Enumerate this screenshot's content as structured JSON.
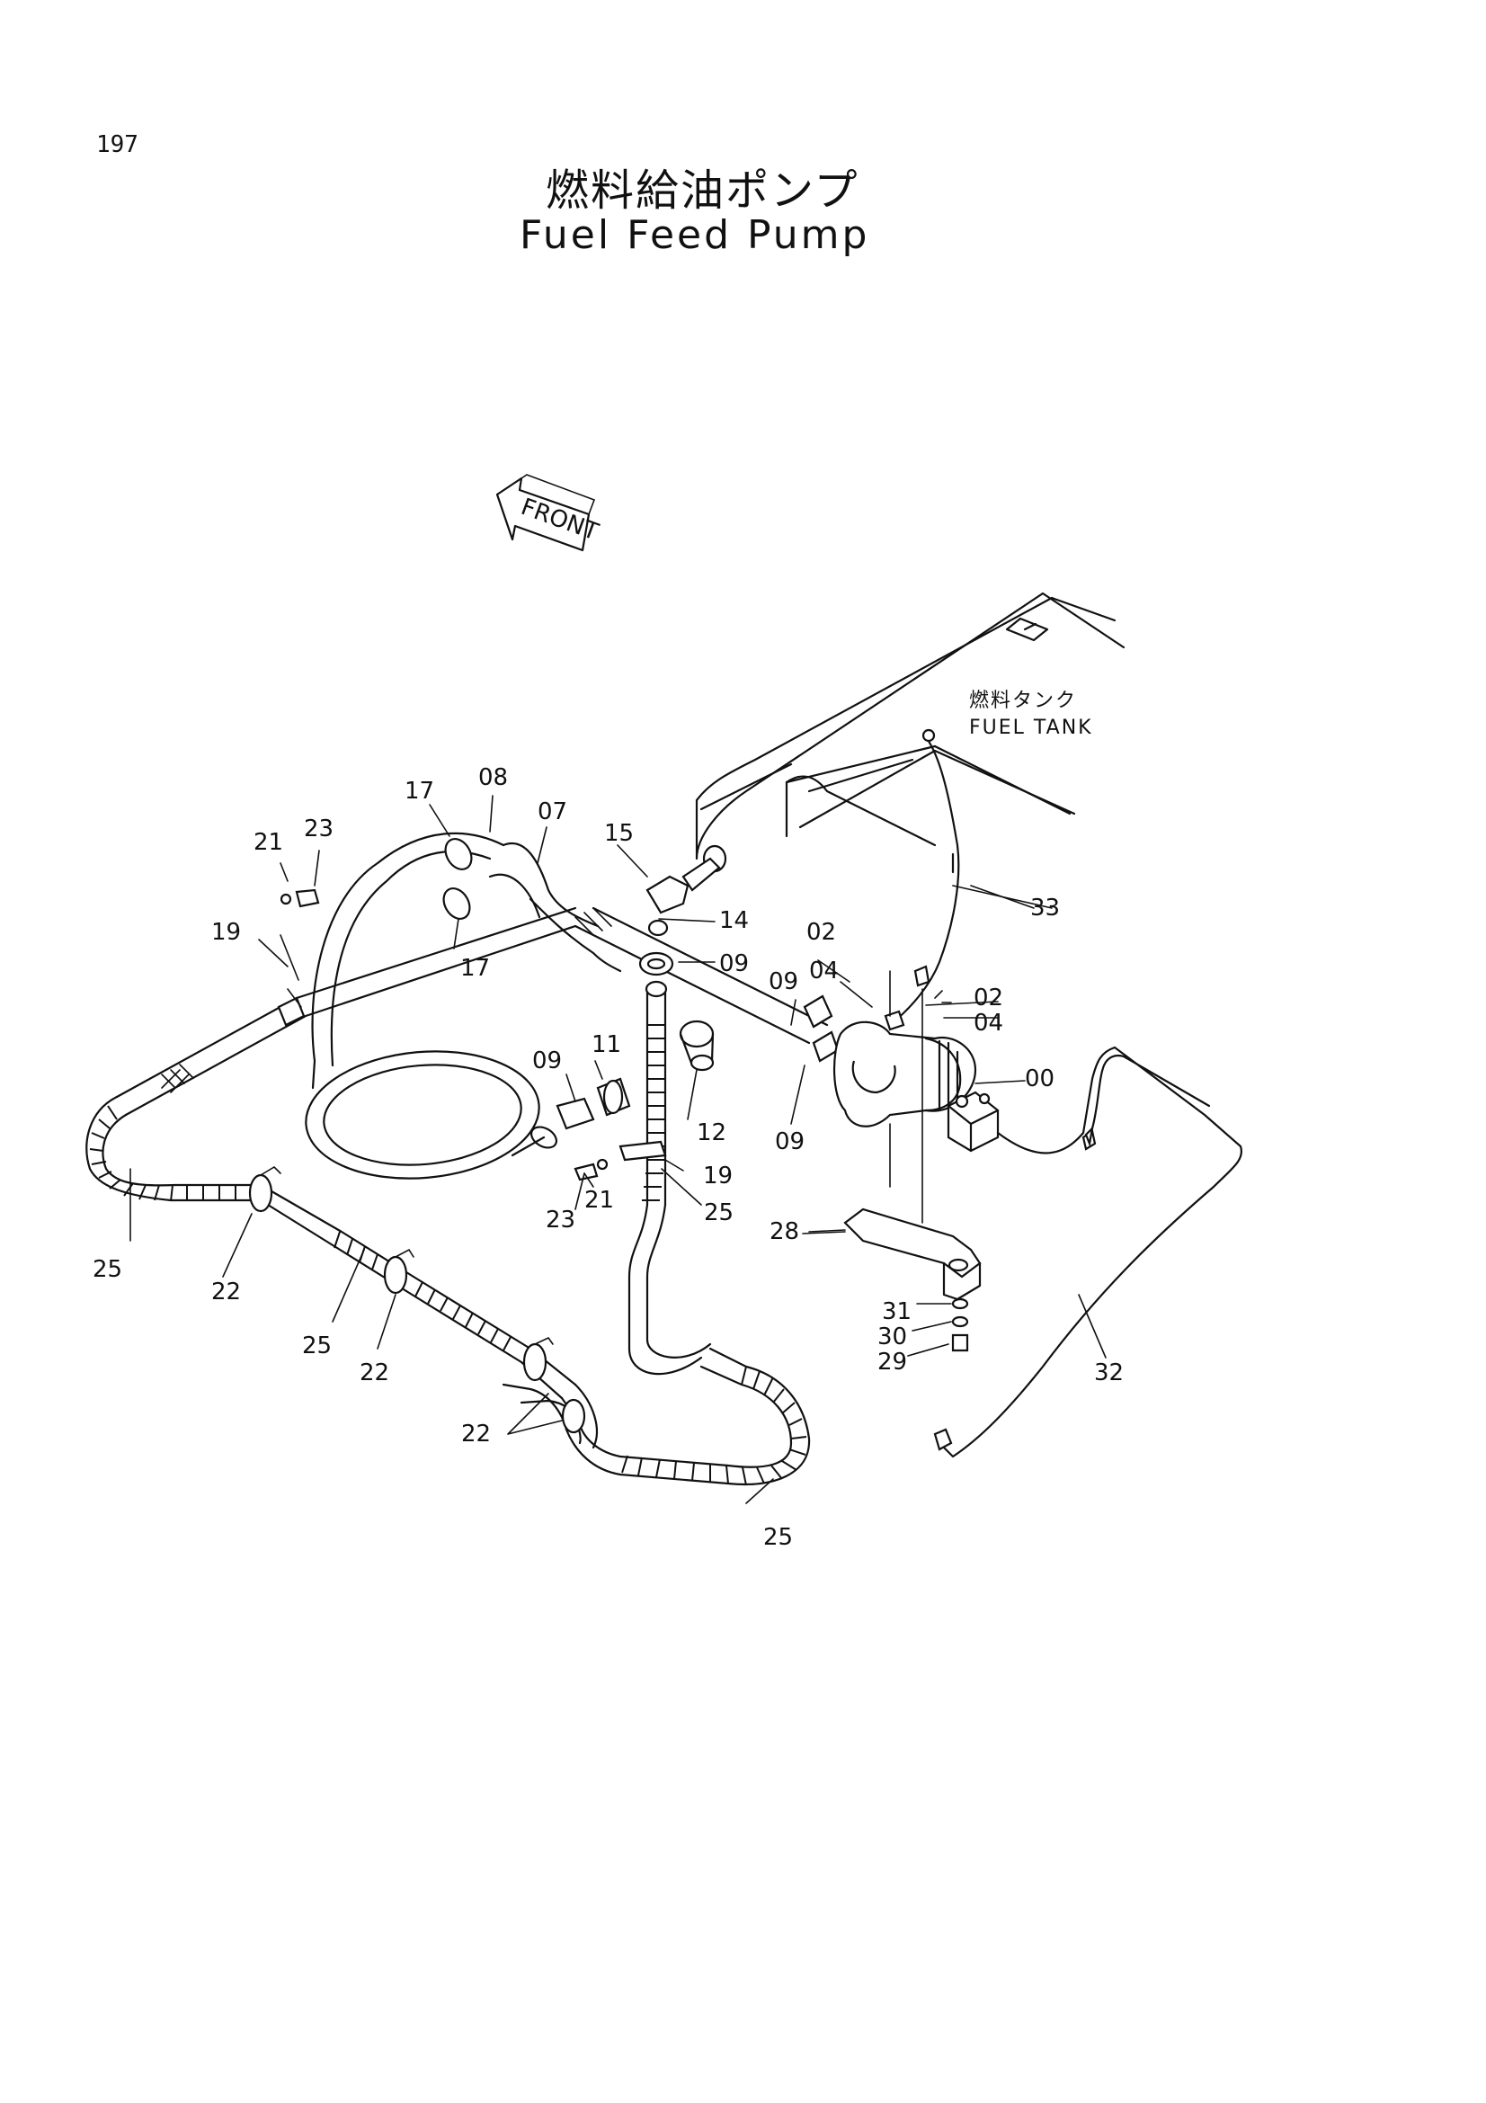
{
  "page": {
    "number": "197",
    "title_ja": "燃料給油ポンプ",
    "title_en": "Fuel Feed Pump"
  },
  "front_arrow": {
    "label": "FRONT"
  },
  "fuel_tank": {
    "label_ja": "燃料タンク",
    "label_en": "FUEL TANK"
  },
  "callouts": {
    "c00": "00",
    "c02a": "02",
    "c02b": "02",
    "c04a": "04",
    "c04b": "04",
    "c07": "07",
    "c08": "08",
    "c09a": "09",
    "c09b": "09",
    "c09c": "09",
    "c09d": "09",
    "c11": "11",
    "c12": "12",
    "c14": "14",
    "c15": "15",
    "c17a": "17",
    "c17b": "17",
    "c19a": "19",
    "c19b": "19",
    "c21a": "21",
    "c21b": "21",
    "c22a": "22",
    "c22b": "22",
    "c22c": "22",
    "c23a": "23",
    "c23b": "23",
    "c25a": "25",
    "c25b": "25",
    "c25c": "25",
    "c25d": "25",
    "c28": "28",
    "c29": "29",
    "c30": "30",
    "c31": "31",
    "c32": "32",
    "c33": "33"
  },
  "colors": {
    "ink": "#111111",
    "paper": "#ffffff"
  }
}
